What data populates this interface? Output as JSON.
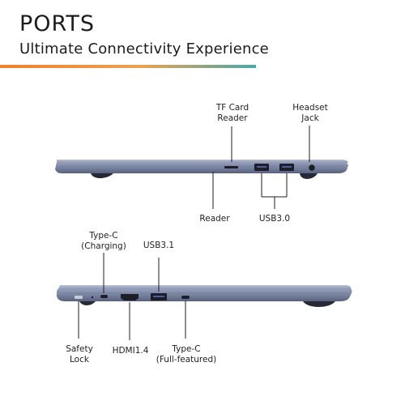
{
  "header": {
    "title": "PORTS",
    "subtitle": "Ultimate Connectivity Experience",
    "accent_colors": [
      "#f27f2b",
      "#e9a253",
      "#4aa6a7"
    ]
  },
  "top_view": {
    "labels": {
      "tf_card_reader": "TF Card\nReader",
      "headset_jack": "Headset\nJack",
      "reader": "Reader",
      "usb30": "USB3.0"
    }
  },
  "bottom_view": {
    "labels": {
      "type_c_charging": "Type-C\n(Charging)",
      "usb31": "USB3.1",
      "safety_lock": "Safety\nLock",
      "hdmi": "HDMI1.4",
      "type_c_full": "Type-C\n(Full-featured)"
    }
  },
  "colors": {
    "laptop_body": "#7f8aa6",
    "laptop_edge": "#5d6783",
    "port": "#1e1f26",
    "leader_line": "#1f1f1f"
  }
}
